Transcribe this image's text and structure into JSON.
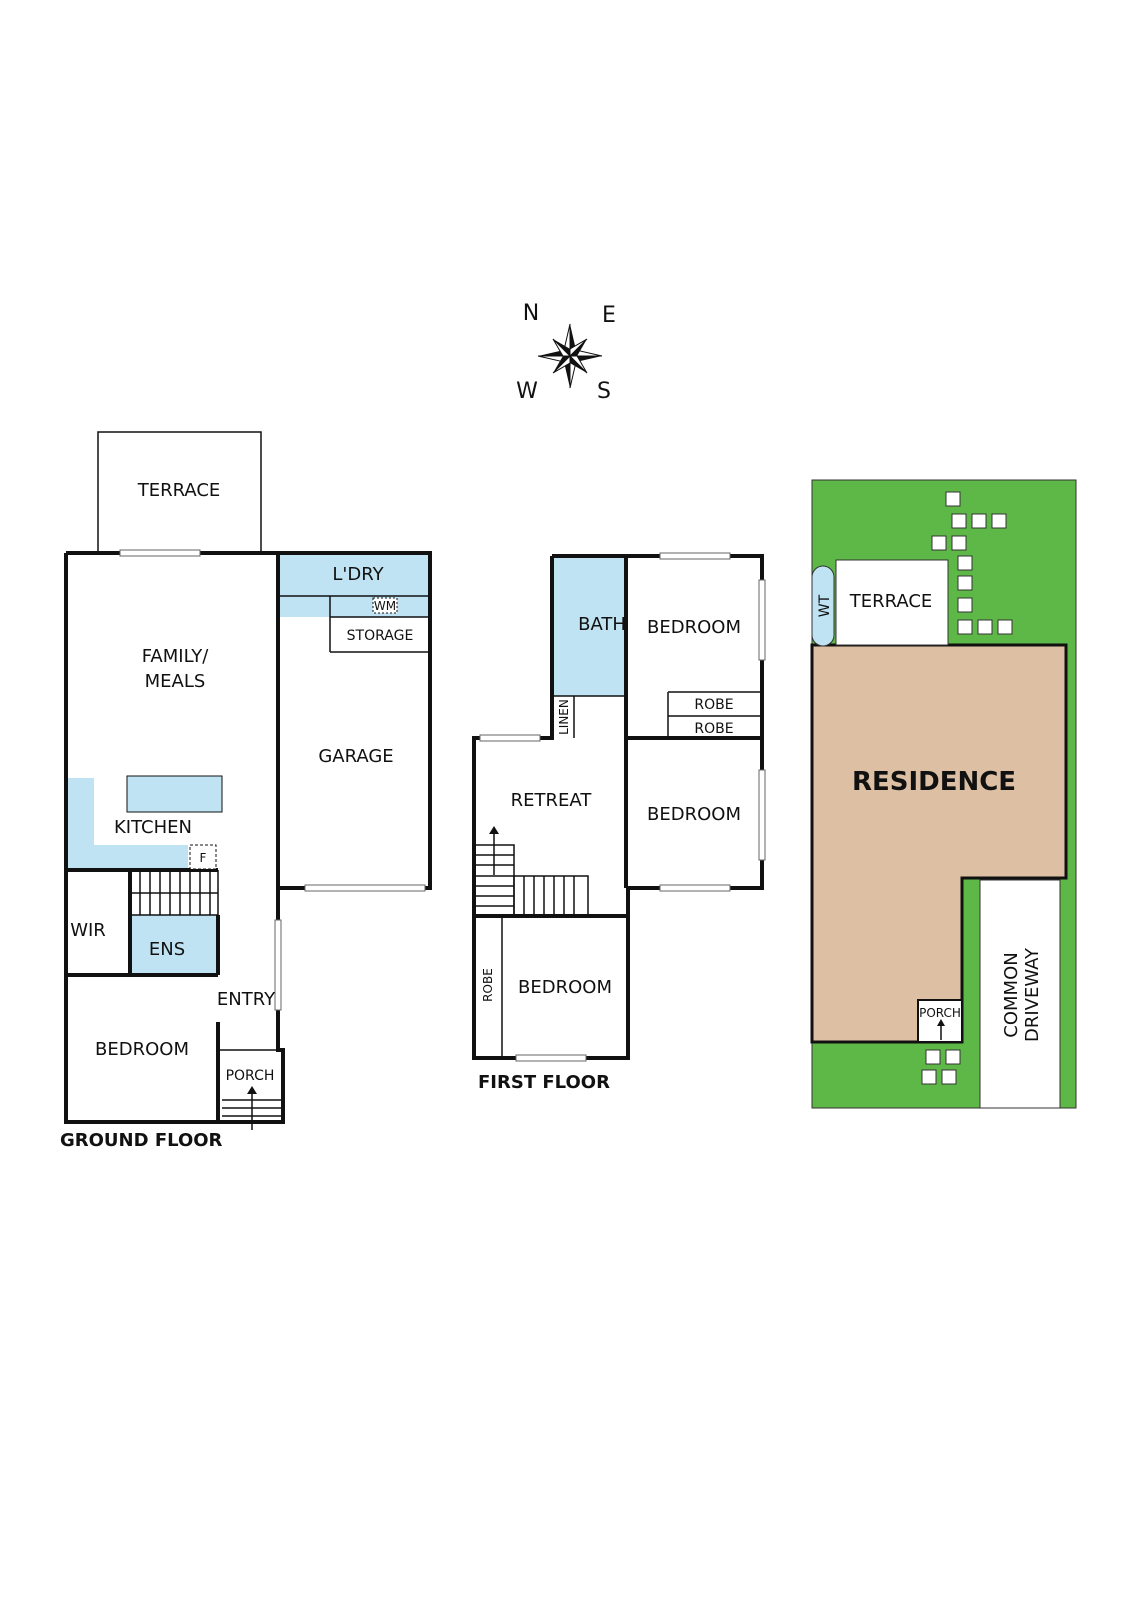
{
  "compass": {
    "n": "N",
    "e": "E",
    "w": "W",
    "s": "S"
  },
  "ground_floor": {
    "caption": "GROUND FLOOR",
    "rooms": {
      "terrace": "TERRACE",
      "family_line1": "FAMILY/",
      "family_line2": "MEALS",
      "laundry": "L'DRY",
      "wm": "WM",
      "storage": "STORAGE",
      "garage": "GARAGE",
      "kitchen": "KITCHEN",
      "fridge": "F",
      "wir": "WIR",
      "ens": "ENS",
      "entry": "ENTRY",
      "bedroom": "BEDROOM",
      "porch": "PORCH"
    },
    "colors": {
      "wet_area": "#bfe3f2",
      "wall": "#111111"
    }
  },
  "first_floor": {
    "caption": "FIRST FLOOR",
    "rooms": {
      "bath": "BATH",
      "bedroom_1": "BEDROOM",
      "robe_1": "ROBE",
      "robe_2": "ROBE",
      "linen": "LINEN",
      "retreat": "RETREAT",
      "bedroom_2": "BEDROOM",
      "robe_3": "ROBE",
      "bedroom_3": "BEDROOM"
    }
  },
  "site_plan": {
    "wt": "WT",
    "terrace": "TERRACE",
    "residence": "RESIDENCE",
    "porch": "PORCH",
    "driveway_line1": "COMMON",
    "driveway_line2": "DRIVEWAY",
    "colors": {
      "lawn": "#5db847",
      "residence": "#ddbfa3",
      "paving": "#ffffff"
    }
  }
}
